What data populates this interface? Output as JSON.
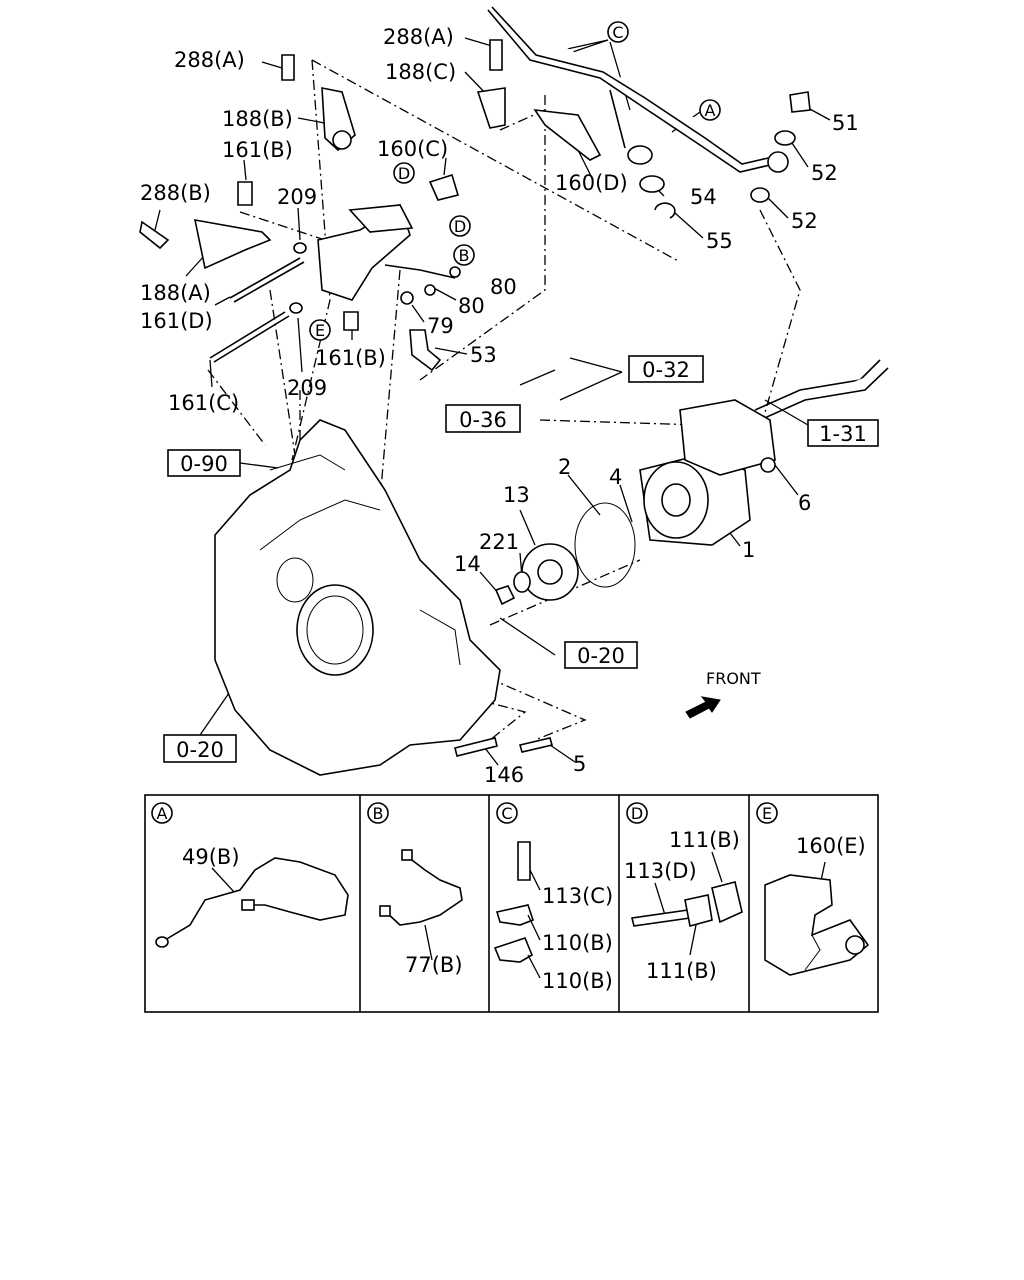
{
  "main_labels": [
    "288(A)",
    "288(A)",
    "188(C)",
    "188(B)",
    "161(B)",
    "160(C)",
    "288(B)",
    "209",
    "188(A)",
    "161(D)",
    "161(B)",
    "161(C)",
    "209",
    "79",
    "80",
    "80",
    "53",
    "160(D)",
    "54",
    "55",
    "51",
    "52",
    "52",
    "1",
    "2",
    "4",
    "6",
    "13",
    "221",
    "14",
    "5",
    "146"
  ],
  "callout_letters": [
    "C",
    "A",
    "D",
    "D",
    "B",
    "E"
  ],
  "ref_boxes": [
    "0-32",
    "0-36",
    "1-31",
    "0-90",
    "0-20",
    "0-20"
  ],
  "front_label": "FRONT",
  "detail_panels": [
    {
      "letter": "A",
      "labels": [
        "49(B)"
      ]
    },
    {
      "letter": "B",
      "labels": [
        "77(B)"
      ]
    },
    {
      "letter": "C",
      "labels": [
        "113(C)",
        "110(B)",
        "110(B)"
      ]
    },
    {
      "letter": "D",
      "labels": [
        "111(B)",
        "113(D)",
        "111(B)"
      ]
    },
    {
      "letter": "E",
      "labels": [
        "160(E)"
      ]
    }
  ]
}
